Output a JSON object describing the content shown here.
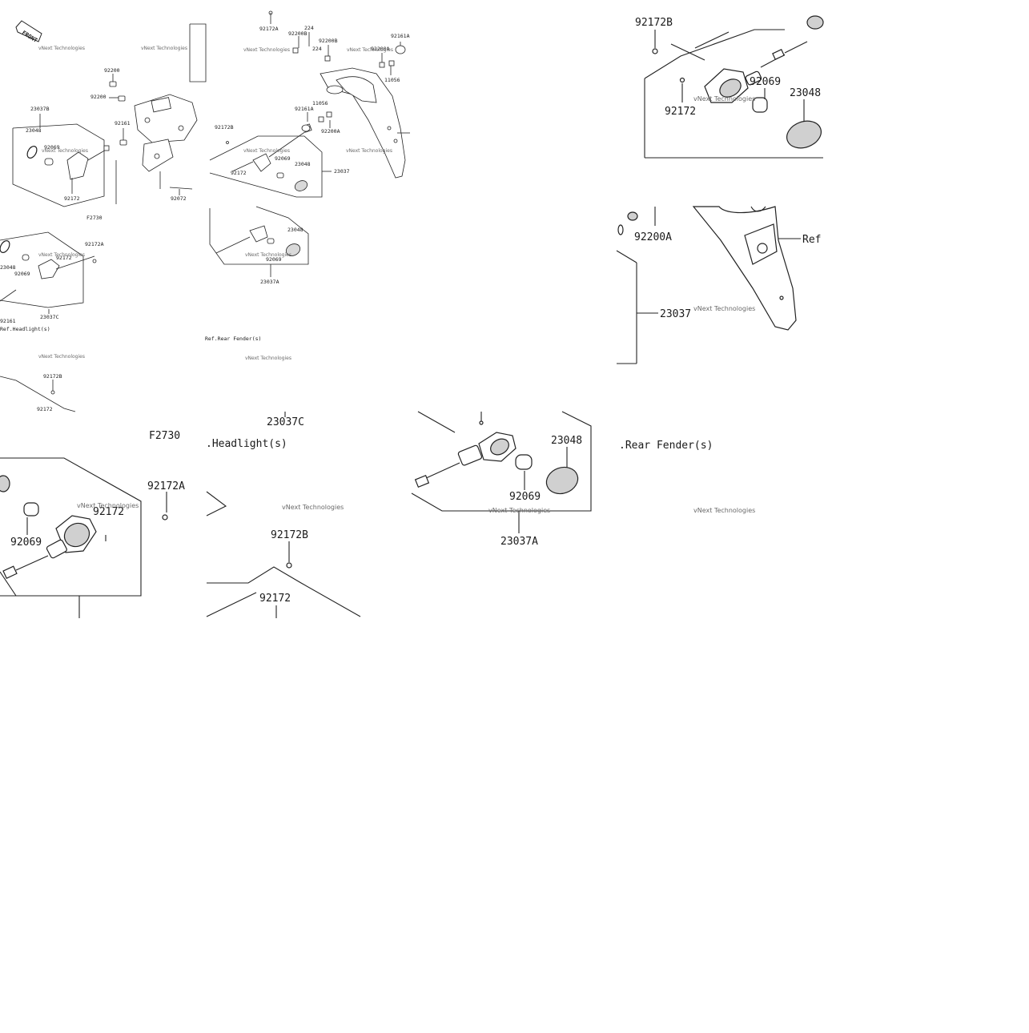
{
  "front_badge": "FRONT",
  "watermark": "vNext Technologies",
  "diagram": {
    "code": "F2730",
    "refs": {
      "headlight": "Ref.Headlight(s)",
      "rear_fender": "Ref.Rear Fender(s)"
    },
    "parts": {
      "p92172A": "92172A",
      "p92200B": "92200B",
      "p224": "224",
      "p92161A": "92161A",
      "p92200A": "92200A",
      "p11056": "11056",
      "p92200": "92200",
      "p23037B": "23037B",
      "p23048": "23048",
      "p92069": "92069",
      "p92172": "92172",
      "p92161": "92161",
      "p92172B": "92172B",
      "p23037": "23037",
      "p92072": "92072",
      "p23037A": "23037A",
      "p23037C": "23037C"
    }
  },
  "zoom_views": {
    "top_right": {
      "p92172B": "92172B",
      "p92069": "92069",
      "p23048": "23048",
      "p92172": "92172"
    },
    "middle_right": {
      "p92200A": "92200A",
      "ref": "Ref",
      "p23037": "23037"
    },
    "bottom_left": {
      "code": "F2730",
      "p92172A": "92172A",
      "p92069": "92069",
      "p92172": "92172"
    },
    "bottom_mid": {
      "p23037C": "23037C",
      "headlight_ref": ".Headlight(s)",
      "p92172B": "92172B",
      "p92172": "92172"
    },
    "bottom_center": {
      "p23048": "23048",
      "p92069": "92069",
      "p23037A": "23037A"
    },
    "bottom_right": {
      "rear_fender_ref": ".Rear Fender(s)"
    }
  }
}
